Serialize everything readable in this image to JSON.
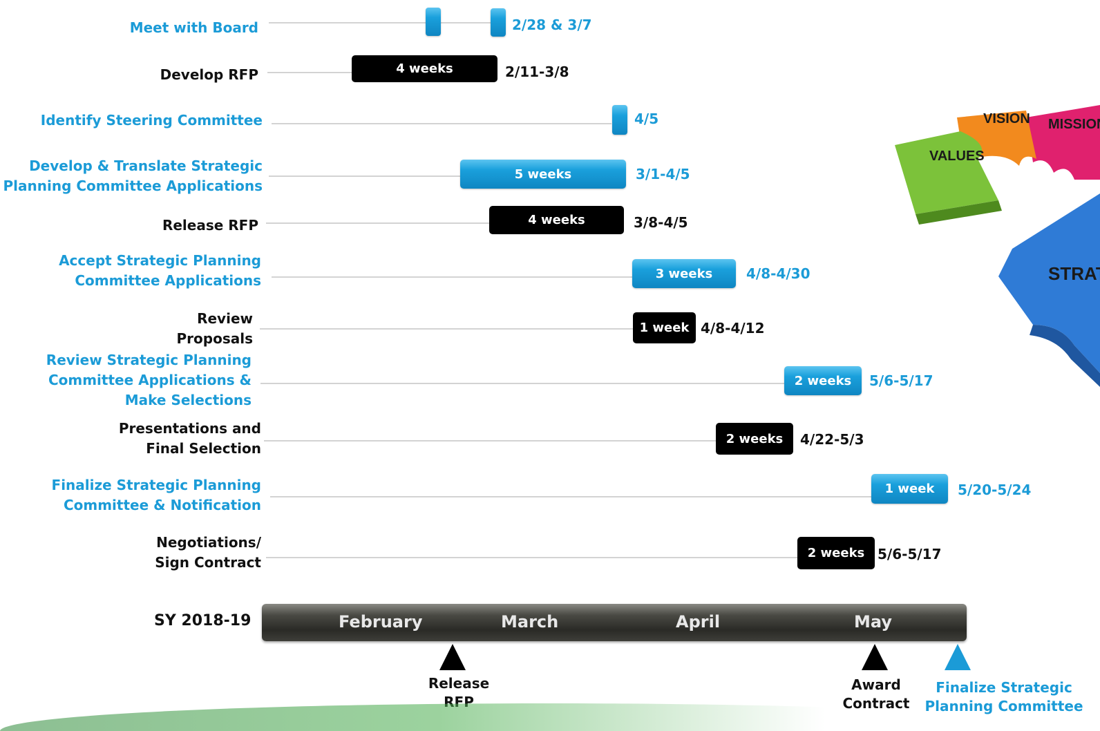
{
  "tasks": [
    {
      "label": [
        "Meet with Board"
      ],
      "bar_text": "",
      "date": "2/28 & 3/7",
      "color": "blue"
    },
    {
      "label": [
        "Develop RFP"
      ],
      "bar_text": "4 weeks",
      "date": "2/11-3/8",
      "color": "black"
    },
    {
      "label": [
        "Identify Steering Committee"
      ],
      "bar_text": "",
      "date": "4/5",
      "color": "blue"
    },
    {
      "label": [
        "Develop & Translate Strategic",
        "Planning Committee Applications"
      ],
      "bar_text": "5 weeks",
      "date": "3/1-4/5",
      "color": "blue"
    },
    {
      "label": [
        "Release RFP"
      ],
      "bar_text": "4 weeks",
      "date": "3/8-4/5",
      "color": "black"
    },
    {
      "label": [
        "Accept Strategic Planning",
        "Committee Applications"
      ],
      "bar_text": "3 weeks",
      "date": "4/8-4/30",
      "color": "blue"
    },
    {
      "label": [
        "Review",
        "Proposals"
      ],
      "bar_text": "1 week",
      "date": "4/8-4/12",
      "color": "black"
    },
    {
      "label": [
        "Review Strategic Planning",
        "Committee Applications &",
        "Make Selections"
      ],
      "bar_text": "2 weeks",
      "date": "5/6-5/17",
      "color": "blue"
    },
    {
      "label": [
        "Presentations and",
        "Final Selection"
      ],
      "bar_text": "2 weeks",
      "date": "4/22-5/3",
      "color": "black"
    },
    {
      "label": [
        "Finalize Strategic Planning",
        "Committee & Notification"
      ],
      "bar_text": "1 week",
      "date": "5/20-5/24",
      "color": "blue"
    },
    {
      "label": [
        "Negotiations/",
        "Sign Contract"
      ],
      "bar_text": "2 weeks",
      "date": "5/6-5/17",
      "color": "black"
    }
  ],
  "timeline": {
    "school_year": "SY 2018-19",
    "months": [
      "February",
      "March",
      "April",
      "May"
    ]
  },
  "milestones": [
    {
      "label": [
        "Release",
        "RFP"
      ],
      "color": "black"
    },
    {
      "label": [
        "Award",
        "Contract"
      ],
      "color": "black"
    },
    {
      "label": [
        "Finalize Strategic",
        "Planning Committee"
      ],
      "color": "blue"
    }
  ],
  "puzzle": {
    "pieces": [
      "VISION",
      "MISSION",
      "VALUES",
      "STRATEGY"
    ],
    "colors": {
      "vision": "#f28a1e",
      "mission": "#e0216e",
      "values": "#7cc23a",
      "strategy": "#2f7bd6"
    }
  },
  "colors": {
    "accent_blue": "#1b9bd7",
    "black": "#000000",
    "leader_gray": "#d3d3d3"
  }
}
